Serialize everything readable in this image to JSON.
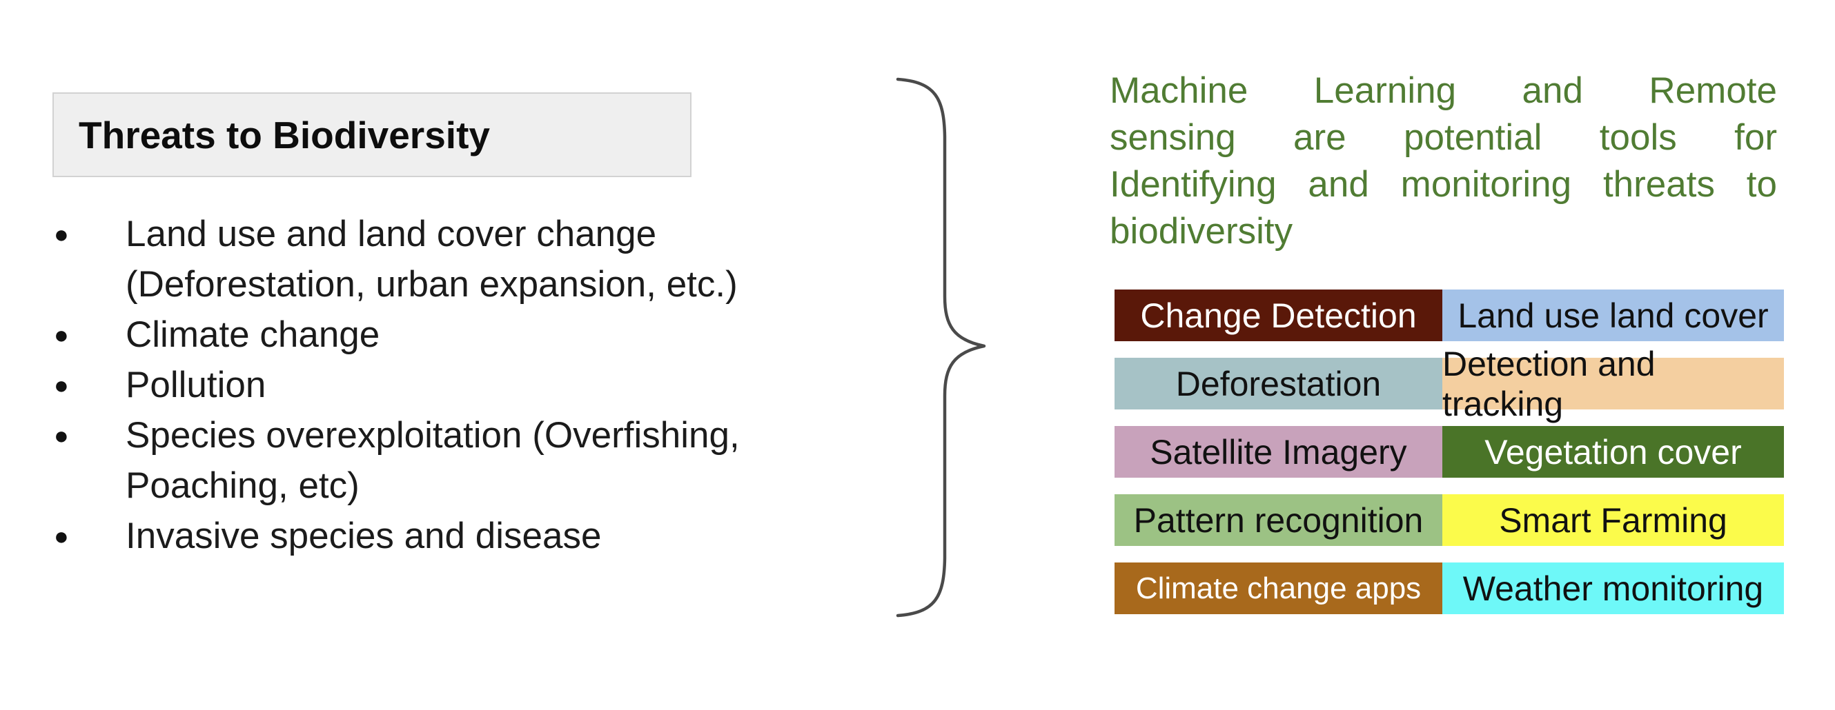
{
  "left_panel": {
    "title": "Threats to Biodiversity",
    "bullet_glyph": "●",
    "bullets": [
      "Land use and land cover change (Deforestation, urban expansion, etc.)",
      "Climate change",
      "Pollution",
      "Species overexploitation (Overfishing, Poaching, etc)",
      "Invasive species and disease"
    ]
  },
  "brace": {
    "color": "#4a4a4a"
  },
  "right_panel": {
    "intro": {
      "color": "#507C33",
      "lines": [
        "Machine Learning and Remote",
        "sensing are potential tools for",
        "Identifying and monitoring threats to",
        "biodiversity"
      ]
    },
    "table": {
      "rows": [
        {
          "left": {
            "label": "Change Detection",
            "bg": "#5A1809",
            "text_color": "#FFFFFF"
          },
          "right": {
            "label": "Land use land cover",
            "bg": "#A4C2E8",
            "text_color": "#111111"
          }
        },
        {
          "left": {
            "label": "Deforestation",
            "bg": "#A6C2C6",
            "text_color": "#111111"
          },
          "right": {
            "label": "Detection and tracking",
            "bg": "#F4CFA0",
            "text_color": "#111111"
          }
        },
        {
          "left": {
            "label": "Satellite Imagery",
            "bg": "#C8A2BB",
            "text_color": "#111111"
          },
          "right": {
            "label": "Vegetation cover",
            "bg": "#4A7428",
            "text_color": "#FFFFFF"
          }
        },
        {
          "left": {
            "label": "Pattern recognition",
            "bg": "#9CC284",
            "text_color": "#111111"
          },
          "right": {
            "label": "Smart Farming",
            "bg": "#FBFB4B",
            "text_color": "#111111"
          }
        },
        {
          "left": {
            "label": "Climate change apps",
            "bg": "#A8691C",
            "text_color": "#FFFFFF"
          },
          "right": {
            "label": "Weather monitoring",
            "bg": "#6EF8F8",
            "text_color": "#111111"
          }
        }
      ]
    }
  }
}
